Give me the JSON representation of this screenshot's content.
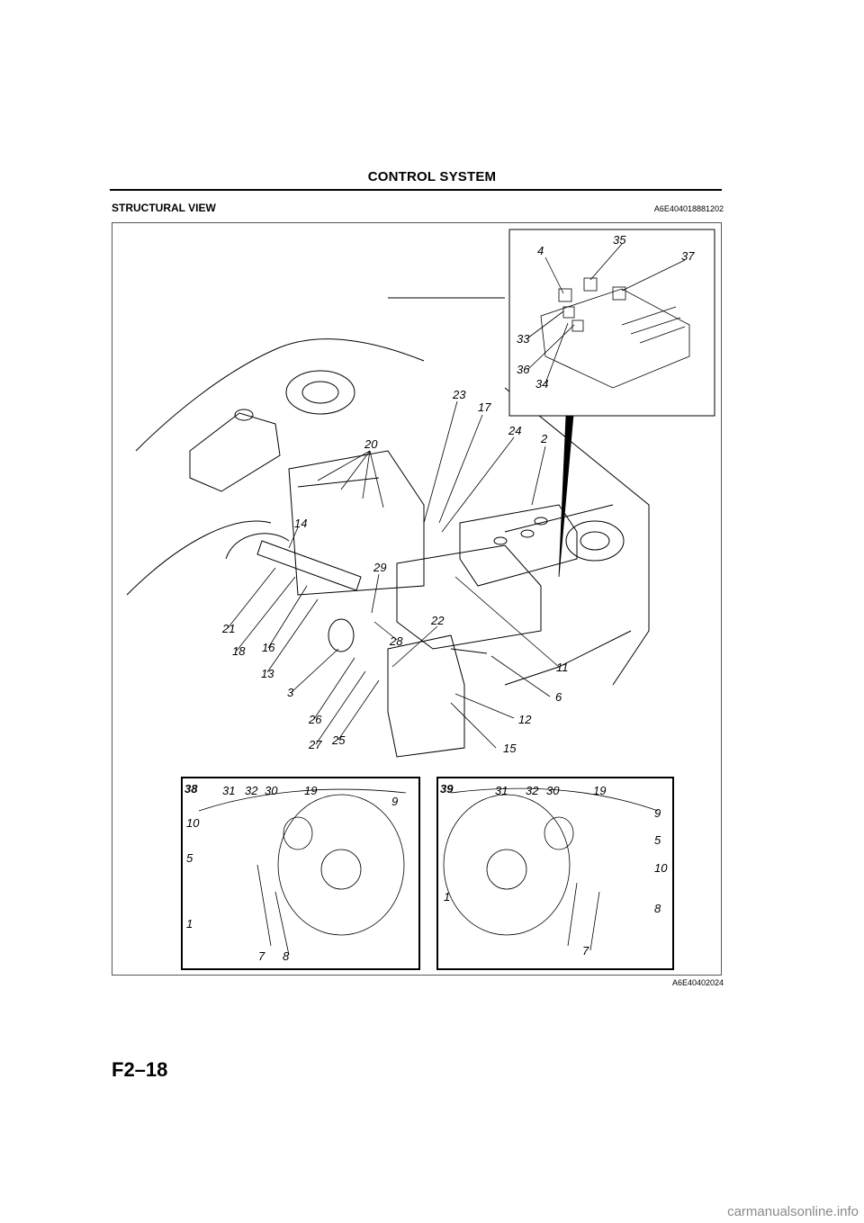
{
  "header": {
    "title": "CONTROL SYSTEM"
  },
  "section": {
    "title": "STRUCTURAL VIEW",
    "ref_code": "A6E404018881202"
  },
  "figure": {
    "code": "A6E40402024",
    "main_callouts": [
      "4",
      "35",
      "37",
      "33",
      "36",
      "34",
      "23",
      "17",
      "24",
      "2",
      "20",
      "14",
      "29",
      "22",
      "21",
      "18",
      "16",
      "13",
      "3",
      "28",
      "11",
      "6",
      "26",
      "27",
      "25",
      "12",
      "15"
    ],
    "inset_left": {
      "label": "38",
      "callouts": [
        "31",
        "32",
        "30",
        "19",
        "9",
        "10",
        "5",
        "1",
        "7",
        "8"
      ]
    },
    "inset_right": {
      "label": "39",
      "callouts": [
        "31",
        "32",
        "30",
        "19",
        "9",
        "5",
        "10",
        "1",
        "8",
        "7"
      ]
    }
  },
  "page_number": "F2–18",
  "watermark": "carmanualsonline.info"
}
